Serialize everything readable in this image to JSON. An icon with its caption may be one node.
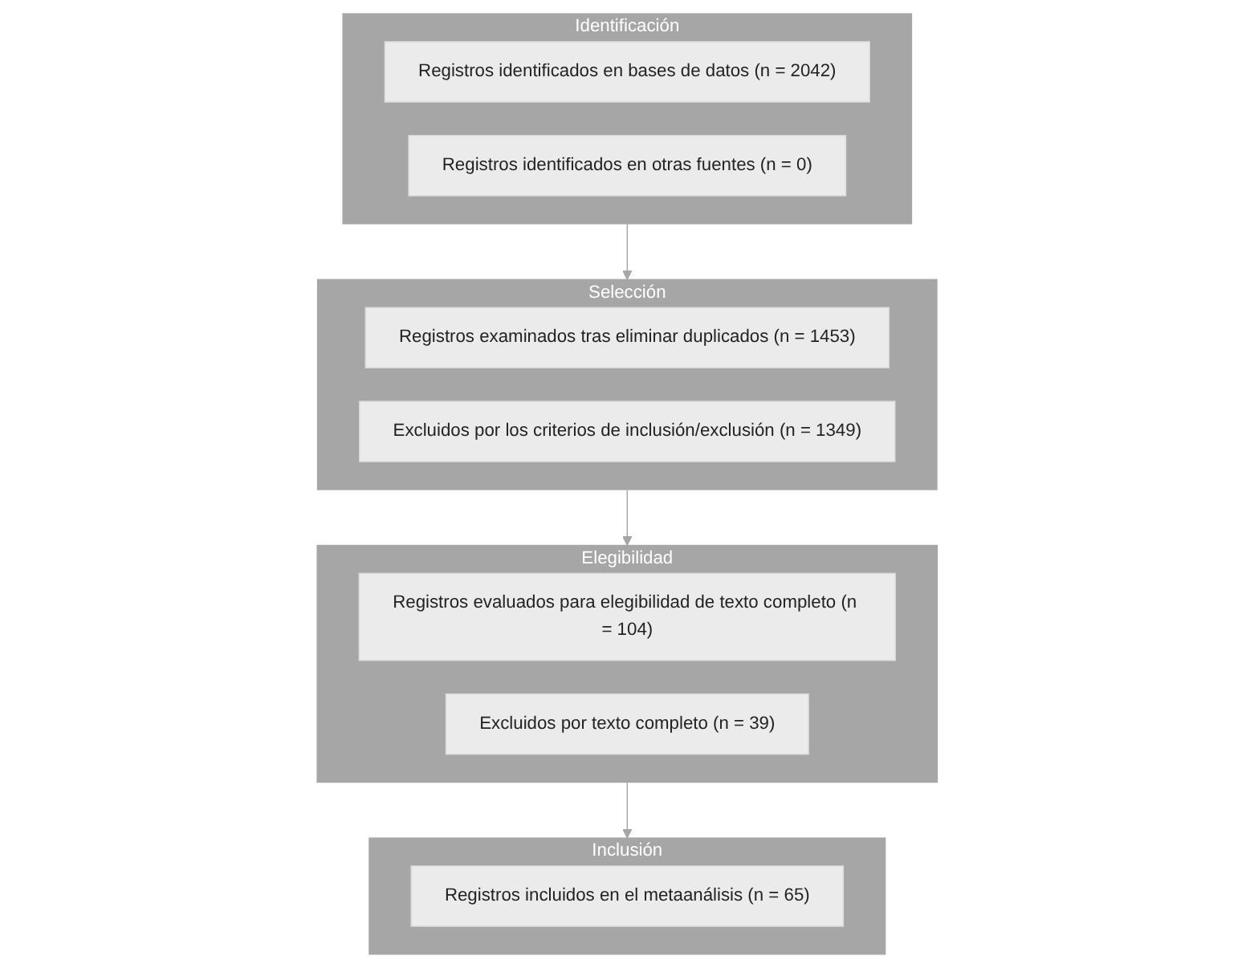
{
  "diagram": {
    "nodes": [
      {
        "text": [
          "Identificación"
        ]
      },
      {
        "text": [
          "Registros identificados en bases de datos (n = 2042)"
        ],
        "in": 0
      },
      {
        "text": [
          "Registros identificados en otras fuentes (n = 0)"
        ],
        "in": 0
      },
      {
        "text": [
          "Selección"
        ]
      },
      {
        "text": [
          "Registros examinados tras eliminar duplicados (n = 1453)"
        ],
        "in": 3
      },
      {
        "text": [
          "Excluidos por los criterios de inclusión/exclusión (n = 1349)"
        ],
        "in": 3
      },
      {
        "text": [
          "Elegibilidad"
        ]
      },
      {
        "text": [
          "Registros evaluados para elegibilidad de texto completo (n = 104)"
        ],
        "in": 6
      },
      {
        "text": [
          "Excluidos por texto completo (n = 39)"
        ],
        "in": 6
      },
      {
        "text": [
          "Inclusión"
        ]
      },
      {
        "text": [
          "Registros incluidos en el metaanálisis (n = 65)"
        ],
        "in": 9
      }
    ],
    "edges": [
      {
        "from": 0,
        "to": 3,
        "arrow": "to"
      },
      {
        "from": 3,
        "to": 6,
        "arrow": "to"
      },
      {
        "from": 6,
        "to": 9,
        "arrow": "to"
      }
    ]
  }
}
